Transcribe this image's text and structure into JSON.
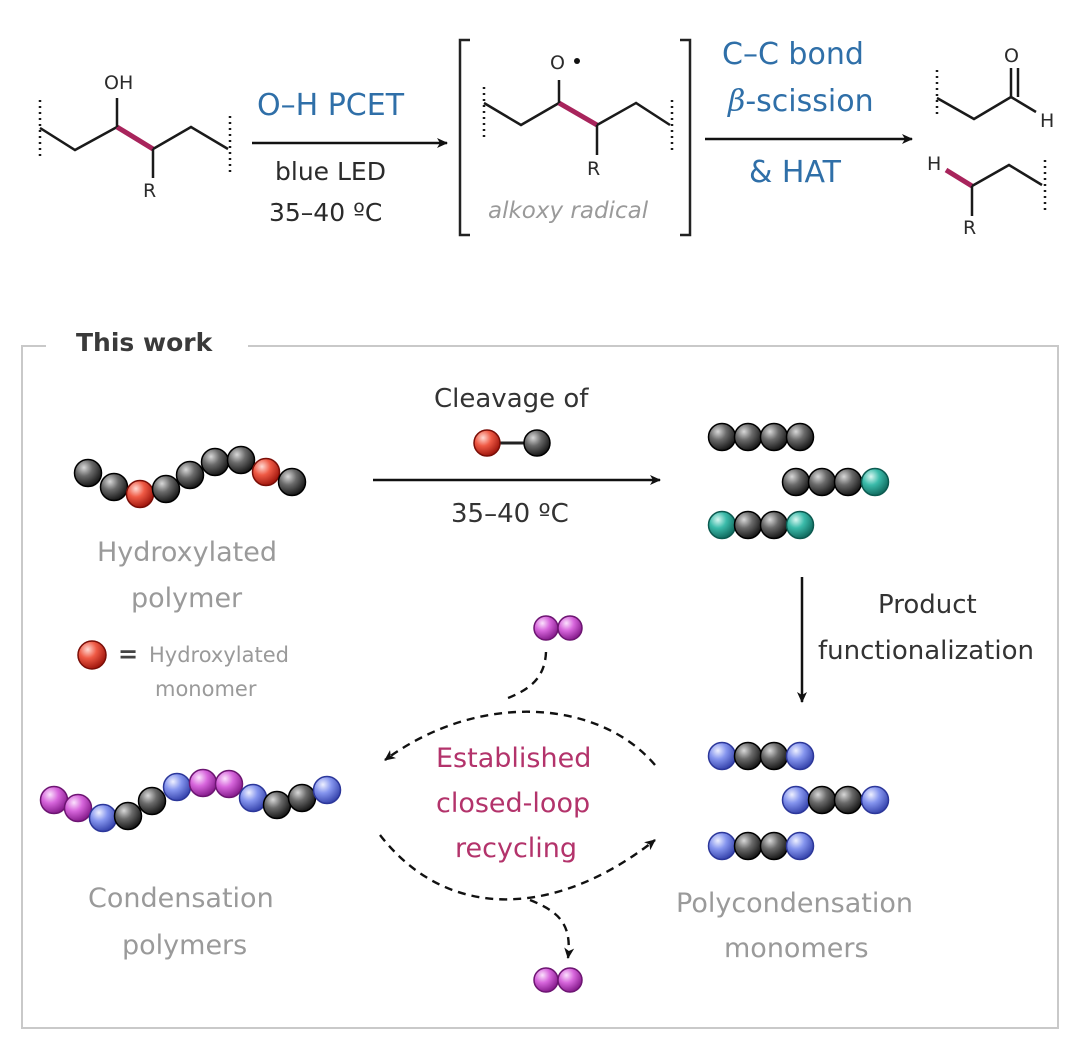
{
  "scheme": {
    "oh_label": "OH",
    "r_label": "R",
    "o_radical_label": "O",
    "step1_above": "O–H PCET",
    "step1_below_1": "blue LED",
    "step1_below_2": "35–40 ºC",
    "intermediate_caption": "alkoxy radical",
    "step2_above_1": "C–C bond",
    "step2_above_2_greek": "β",
    "step2_above_2_rest": "-scission",
    "step2_below": "& HAT",
    "product_o_label": "O",
    "product_h_label": "H",
    "product2_h_label": "H",
    "product2_r_label": "R"
  },
  "panel": {
    "title": "This work",
    "cleavage_label": "Cleavage of",
    "cleavage_temp": "35–40 ºC",
    "hydroxylated_polymer_1": "Hydroxylated",
    "hydroxylated_polymer_2": "polymer",
    "legend_eq": "=",
    "legend_label_1": "Hydroxylated",
    "legend_label_2": "monomer",
    "product_func_1": "Product",
    "product_func_2": "functionalization",
    "recycling_1": "Established",
    "recycling_2": "closed-loop",
    "recycling_3": "recycling",
    "condensation_1": "Condensation",
    "condensation_2": "polymers",
    "polycond_1": "Polycondensation",
    "polycond_2": "monomers"
  },
  "colors": {
    "black_bead": "#3a3a3a",
    "red_bead": "#e0392b",
    "teal_bead": "#2aa597",
    "blue_bead": "#6f7fe0",
    "magenta_bead": "#c94fcf",
    "bond_highlight": "#a8245c",
    "reagent_blue": "#2f6fa8",
    "recycling_magenta": "#b3336b"
  }
}
